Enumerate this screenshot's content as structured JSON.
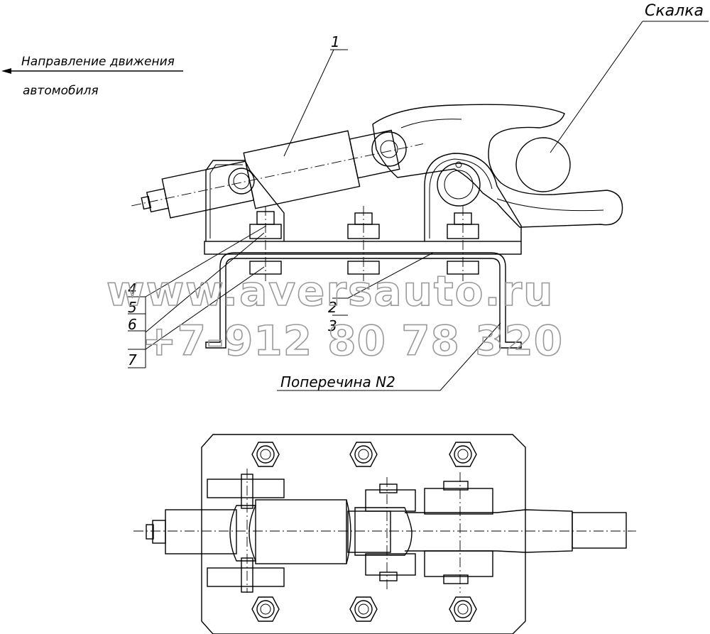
{
  "labels": {
    "direction_line1": "Направление движения",
    "direction_line2": "автомобиля",
    "skalka": "Скалка",
    "crossmember": "Поперечина N2",
    "callout_1": "1",
    "callout_2": "2",
    "callout_3": "3",
    "callout_4": "4",
    "callout_5": "5",
    "callout_6": "6",
    "callout_7": "7"
  },
  "watermark": {
    "site": "www.aversauto.ru",
    "phone": "+7-912 80 78 320"
  }
}
